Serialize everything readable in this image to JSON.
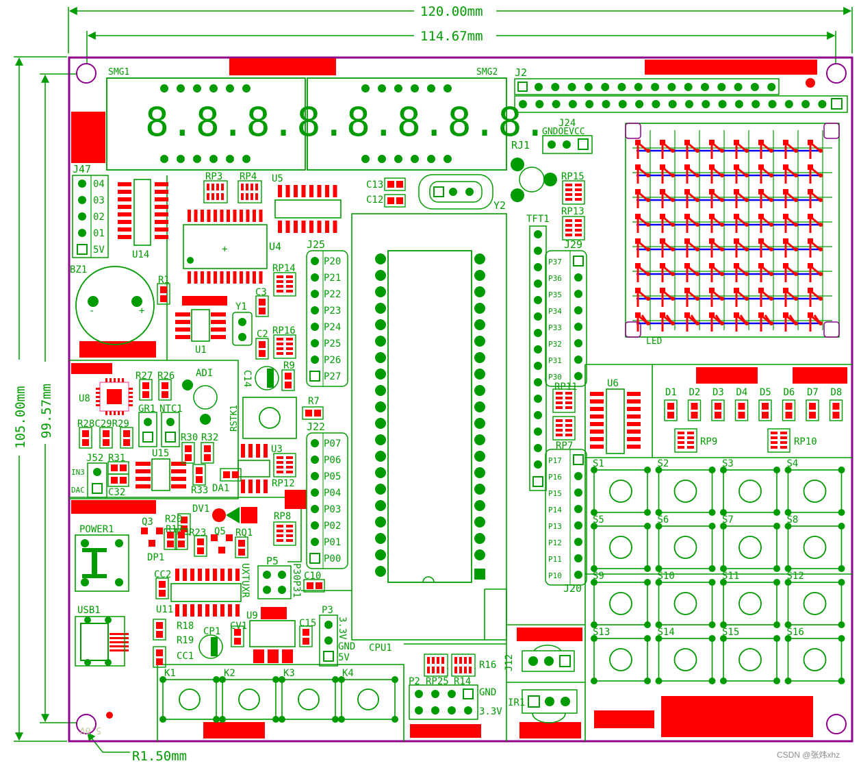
{
  "dimensions": {
    "width_label": "120.00mm",
    "inner_width_label": "114.67mm",
    "height_label": "105.00mm",
    "inner_height_label": "99.57mm",
    "radius_label": "R1.50mm"
  },
  "colors": {
    "silkscreen": "#009b00",
    "board_outline": "#8e008e",
    "pad_red": "#ff0000",
    "via_blue": "#0000ff",
    "dimension": "#009b00"
  },
  "labels": {
    "smg1": "SMG1",
    "smg2": "SMG2",
    "seg_digits": "8.8.8.8.",
    "j2": "J2",
    "j24": "J24",
    "j24_pins": "GNDOEVCC",
    "rj1": "RJ1",
    "rp15": "RP15",
    "rp13": "RP13",
    "tft1": "TFT1",
    "j29": "J29",
    "c13": "C13",
    "c12": "C12",
    "y2": "Y2",
    "rp3": "RP3",
    "rp4": "RP4",
    "u5": "U5",
    "u4": "U4",
    "j47": "J47",
    "u14": "U14",
    "j47_pins": [
      "04",
      "03",
      "02",
      "01",
      "5V"
    ],
    "bz1": "BZ1",
    "r1": "R1",
    "j25": "J25",
    "rp14": "RP14",
    "c3": "C3",
    "y1": "Y1",
    "c2": "C2",
    "rp16": "RP16",
    "u1": "U1",
    "r9": "R9",
    "c14": "C14",
    "rstk1": "RSTK1",
    "r7": "R7",
    "j22": "J22",
    "u3": "U3",
    "rp12": "RP12",
    "rp8": "RP8",
    "p5": "P5",
    "p30p31": "P30P31",
    "uxtx": "UXTUXR",
    "c10": "C10",
    "p3": "P3",
    "p3_pins": [
      "3.3V",
      "GND",
      "5V"
    ],
    "cpu1": "CPU1",
    "u8": "U8",
    "r27": "R27",
    "r26": "R26",
    "adi": "ADI",
    "gr1": "GR1",
    "ntc1": "NTC1",
    "r28c29r29": "R28C29R29",
    "r30": "R30",
    "r32": "R32",
    "u15": "U15",
    "j52": "J52",
    "r31": "R31",
    "in3": "IN3",
    "dac": "DAC",
    "c32": "C32",
    "r33": "R33",
    "da1": "DA1",
    "power1": "POWER1",
    "q3": "Q3",
    "r20": "R20",
    "dv1": "DV1",
    "r17": "R17",
    "r23": "R23",
    "q5": "Q5",
    "rq1": "RQ1",
    "dp1": "DP1",
    "cc2": "CC2",
    "u11": "U11",
    "usb1": "USB1",
    "u9": "U9",
    "c15": "C15",
    "r18": "R18",
    "r19": "R19",
    "cc1": "CC1",
    "cp1": "CP1",
    "cv1": "CV1",
    "k1": "K1",
    "k2": "K2",
    "k3": "K3",
    "k4": "K4",
    "p2": "P2",
    "rp25": "RP25",
    "r14": "R14",
    "r16": "R16",
    "gnd": "GND",
    "v33": "3.3V",
    "j12": "J12",
    "ir1": "IR1",
    "led": "LED",
    "u6": "U6",
    "rp11": "RP11",
    "rp7": "RP7",
    "j20": "J20",
    "rp9": "RP9",
    "rp10": "RP10",
    "v50": "5.0V",
    "watermark": "CSDN @张炜xhz"
  },
  "j25_pins": [
    "P20",
    "P21",
    "P22",
    "P23",
    "P24",
    "P25",
    "P26",
    "P27"
  ],
  "j22_pins": [
    "P07",
    "P06",
    "P05",
    "P04",
    "P03",
    "P02",
    "P01",
    "P00"
  ],
  "j29_pins": [
    "P37",
    "P36",
    "P35",
    "P34",
    "P33",
    "P32",
    "P31",
    "P30"
  ],
  "j20_pins": [
    "P17",
    "P16",
    "P15",
    "P14",
    "P13",
    "P12",
    "P11",
    "P10"
  ],
  "diodes": [
    "D1",
    "D2",
    "D3",
    "D4",
    "D5",
    "D6",
    "D7",
    "D8"
  ],
  "switches": [
    "S1",
    "S2",
    "S3",
    "S4",
    "S5",
    "S6",
    "S7",
    "S8",
    "S9",
    "S10",
    "S11",
    "S12",
    "S13",
    "S14",
    "S15",
    "S16"
  ]
}
